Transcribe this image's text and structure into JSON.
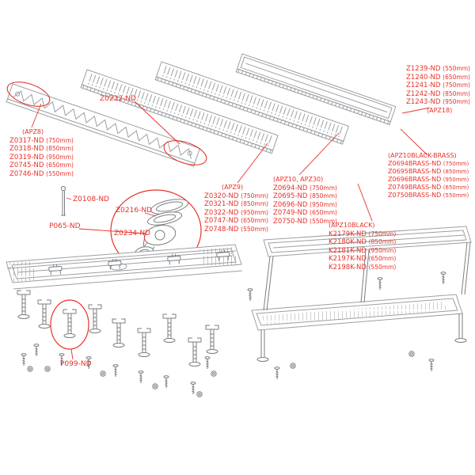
{
  "colors": {
    "accent": "#e8312a",
    "line": "#9b9fa3",
    "dark_line": "#7a7e82"
  },
  "callouts": {
    "z0232": "Z0232-ND",
    "z0108": "Z0108-ND",
    "z0216": "Z0216-ND",
    "p065": "P065-ND",
    "z0234": "Z0234-ND",
    "p099": "P099-ND"
  },
  "groups": {
    "apz8": {
      "heading": "(APZ8)",
      "items": [
        {
          "code": "Z0317-ND",
          "size": "(750mm)"
        },
        {
          "code": "Z0318-ND",
          "size": "(850mm)"
        },
        {
          "code": "Z0319-ND",
          "size": "(950mm)"
        },
        {
          "code": "Z0745-ND",
          "size": "(650mm)"
        },
        {
          "code": "Z0746-ND",
          "size": "(550mm)"
        }
      ]
    },
    "apz9": {
      "heading": "(APZ9)",
      "items": [
        {
          "code": "Z0320-ND",
          "size": "(750mm)"
        },
        {
          "code": "Z0321-ND",
          "size": "(850mm)"
        },
        {
          "code": "Z0322-ND",
          "size": "(950mm)"
        },
        {
          "code": "Z0747-ND",
          "size": "(650mm)"
        },
        {
          "code": "Z0748-ND",
          "size": "(550mm)"
        }
      ]
    },
    "apz10": {
      "heading": "(APZ10, APZ30)",
      "items": [
        {
          "code": "Z0694-ND",
          "size": "(750mm)"
        },
        {
          "code": "Z0695-ND",
          "size": "(850mm)"
        },
        {
          "code": "Z0696-ND",
          "size": "(950mm)"
        },
        {
          "code": "Z0749-ND",
          "size": "(650mm)"
        },
        {
          "code": "Z0750-ND",
          "size": "(550mm)"
        }
      ]
    },
    "apz10black": {
      "heading": "(APZ10BLACK)",
      "items": [
        {
          "code": "K2179K-ND",
          "size": "(750mm)"
        },
        {
          "code": "K2180K-ND",
          "size": "(850mm)"
        },
        {
          "code": "K2181K-ND",
          "size": "(950mm)"
        },
        {
          "code": "K2197K-ND",
          "size": "(650mm)"
        },
        {
          "code": "K2198K-ND",
          "size": "(550mm)"
        }
      ]
    },
    "apz18": {
      "heading": "(APZ18)",
      "items": [
        {
          "code": "Z1239-ND",
          "size": "(550mm)"
        },
        {
          "code": "Z1240-ND",
          "size": "(650mm)"
        },
        {
          "code": "Z1241-ND",
          "size": "(750mm)"
        },
        {
          "code": "Z1242-ND",
          "size": "(850mm)"
        },
        {
          "code": "Z1243-ND",
          "size": "(950mm)"
        }
      ]
    },
    "brass": {
      "heading": "(APZ10BLACK-BRASS)",
      "items": [
        {
          "code": "Z0694BRASS-ND",
          "size": "(750mm)"
        },
        {
          "code": "Z0695BRASS-ND",
          "size": "(850mm)"
        },
        {
          "code": "Z0696BRASS-ND",
          "size": "(950mm)"
        },
        {
          "code": "Z0749BRASS-ND",
          "size": "(650mm)"
        },
        {
          "code": "Z0750BRASS-ND",
          "size": "(550mm)"
        }
      ]
    }
  }
}
